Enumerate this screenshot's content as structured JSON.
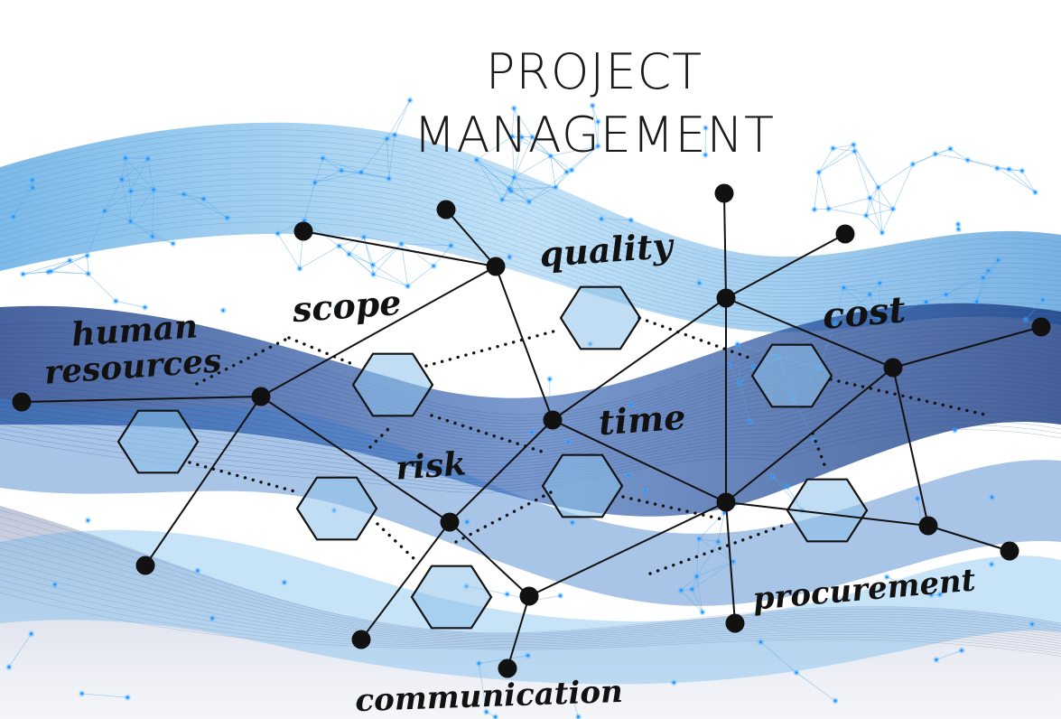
{
  "title": {
    "line1": "PROJECT",
    "line2": "MANAGEMENT"
  },
  "labels": {
    "human": "human",
    "resources": "resources",
    "scope": "scope",
    "quality": "quality",
    "cost": "cost",
    "time": "time",
    "risk": "risk",
    "procurement": "procurement",
    "communication": "communication"
  },
  "colors": {
    "wave_light": "#6fb4e6",
    "wave_dark": "#1d3f8a",
    "wave_mid": "#3d7cc9",
    "hexagon_fill": "#8cc1ea",
    "line": "#111111",
    "spark": "#3ea9ff"
  }
}
